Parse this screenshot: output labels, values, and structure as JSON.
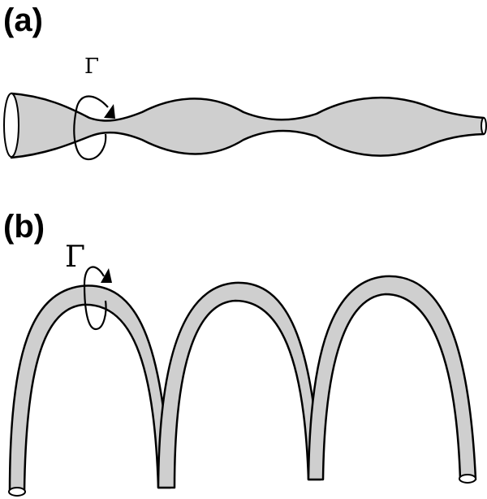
{
  "figure": {
    "panel_a": {
      "label": "(a)",
      "symbol": "Γ",
      "description_icon": "circulation-loop-icon"
    },
    "panel_b": {
      "label": "(b)",
      "symbol": "Γ",
      "description_icon": "circulation-loop-icon"
    }
  },
  "colors": {
    "tube_fill": "#cfcfcf",
    "outline": "#000000",
    "background": "#ffffff"
  }
}
